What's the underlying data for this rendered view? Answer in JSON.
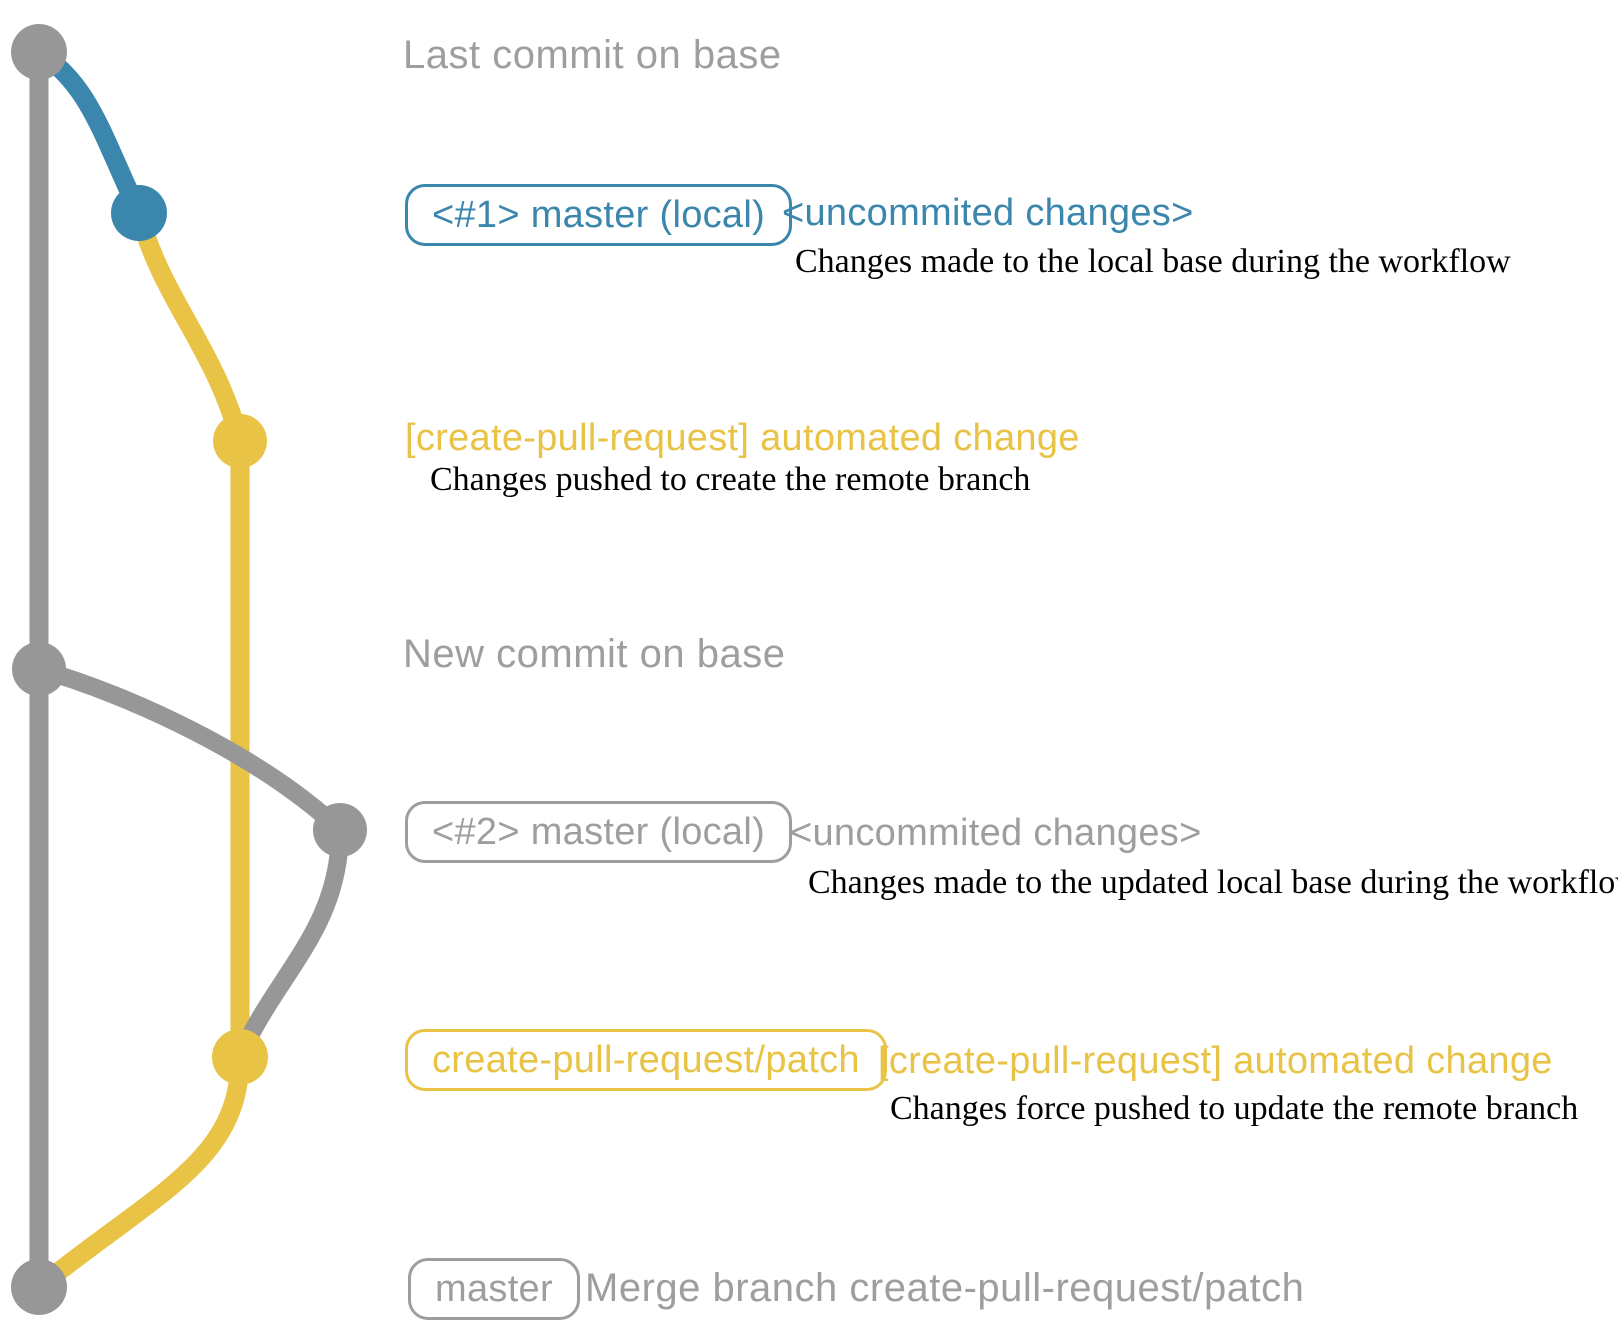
{
  "colors": {
    "gray_line": "#979797",
    "gray_text": "#9e9e9e",
    "blue": "#3a86ad",
    "yellow": "#e8c345",
    "annotation_text": "#000000"
  },
  "graph": {
    "base_branch": "gray trunk",
    "dot_names": [
      "last-commit-on-base",
      "local-commit-1",
      "remote-branch-commit-1",
      "new-commit-on-base",
      "local-commit-2",
      "remote-branch-commit-2",
      "merge-commit"
    ]
  },
  "rows": {
    "last_commit": {
      "label": "Last commit on base"
    },
    "commit1": {
      "badge": "<#1> master (local)",
      "message": "<uncommited changes>",
      "note": "Changes made to the local base during the workflow"
    },
    "push1": {
      "message": "[create-pull-request] automated change",
      "note": "Changes pushed to create the remote branch"
    },
    "new_commit": {
      "label": "New commit on base"
    },
    "commit2": {
      "badge": "<#2> master (local)",
      "message": "<uncommited changes>",
      "note": "Changes made to the updated local base during the workflow"
    },
    "push2": {
      "badge": "create-pull-request/patch",
      "message": "[create-pull-request] automated change",
      "note": "Changes force pushed to update the remote branch"
    },
    "merge": {
      "badge": "master",
      "message": "Merge branch create-pull-request/patch"
    }
  }
}
